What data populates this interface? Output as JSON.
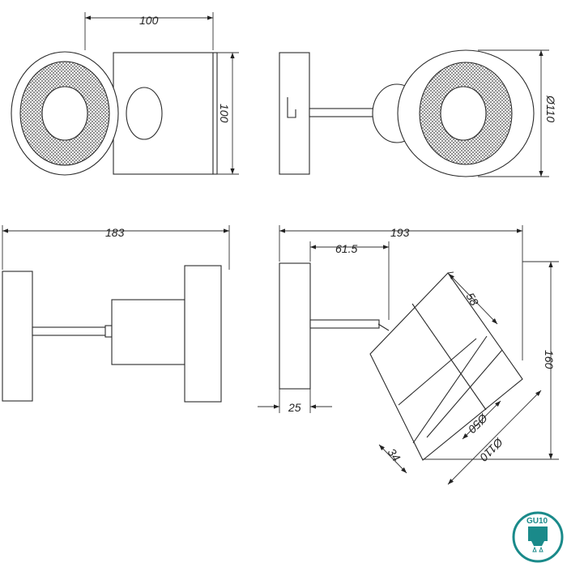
{
  "views": {
    "front_left": {
      "width_label": "100",
      "height_label": "100"
    },
    "front_right": {
      "diameter_label": "Ø110"
    },
    "side_left": {
      "length_label": "183"
    },
    "side_right": {
      "length_label": "193",
      "arm_label": "61.5",
      "plate_label": "25",
      "height_label": "160",
      "head_label": "58",
      "inner_diameter_label": "Ø50",
      "outer_diameter_label": "Ø110",
      "rim_label": "34"
    }
  },
  "badge": {
    "label": "GU10",
    "color": "#1a8a8a"
  }
}
